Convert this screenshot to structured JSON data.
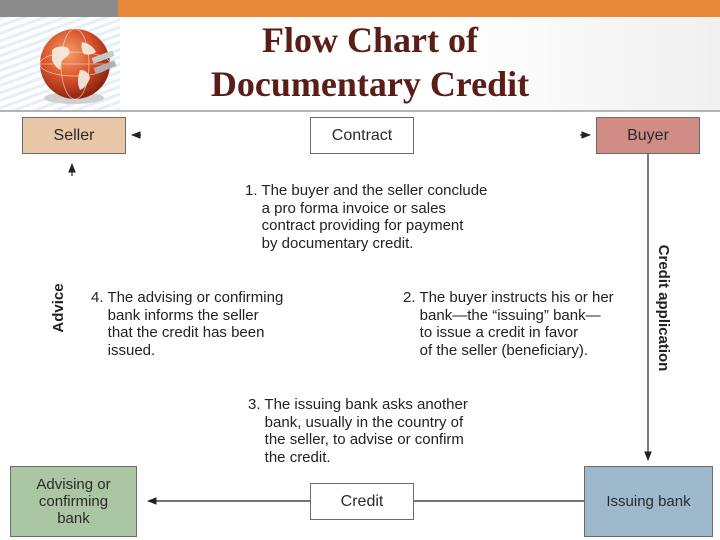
{
  "header": {
    "title_line1": "Flow Chart of",
    "title_line2": "Documentary Credit"
  },
  "diagram": {
    "nodes": {
      "seller": "Seller",
      "contract": "Contract",
      "buyer": "Buyer",
      "advising_bank_line1": "Advising or",
      "advising_bank_line2": "confirming",
      "advising_bank_line3": "bank",
      "issuing_bank": "Issuing bank",
      "credit": "Credit"
    },
    "edge_labels": {
      "advice": "Advice",
      "credit_application": "Credit application"
    },
    "steps": {
      "step1": "1. The buyer and the seller conclude\n    a pro forma invoice or sales\n    contract providing for payment\n    by documentary credit.",
      "step2": "2. The buyer instructs his or her\n    bank—the “issuing” bank—\n    to issue a credit in favor\n    of the seller (beneficiary).",
      "step3": "3. The issuing bank asks another\n    bank, usually in the country of\n    the seller, to advise or confirm\n    the credit.",
      "step4": "4. The advising or confirming\n    bank informs the seller\n    that the credit has been\n    issued."
    }
  },
  "colors": {
    "title": "#5a1d17",
    "topbar_orange": "#e8893a",
    "seller_fill": "#e8c7a7",
    "buyer_fill": "#d08c85",
    "advising_fill": "#aac6a3",
    "issuing_fill": "#9fb9cc"
  },
  "icons": {
    "logo": "globe-icon"
  }
}
